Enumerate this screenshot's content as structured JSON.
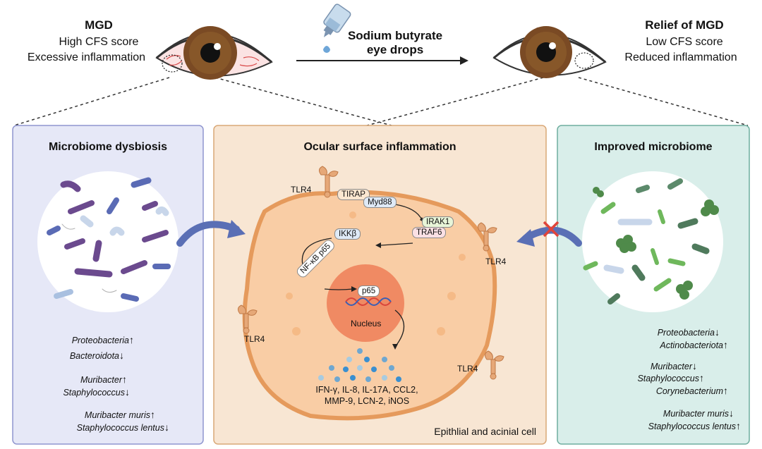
{
  "header": {
    "left": {
      "title": "MGD",
      "line1": "High CFS score",
      "line2": "Excessive inflammation"
    },
    "right": {
      "title": "Relief of MGD",
      "line1": "Low CFS score",
      "line2": "Reduced inflammation"
    },
    "treatment": {
      "line1": "Sodium butyrate",
      "line2": "eye drops"
    }
  },
  "panels": {
    "left": {
      "title": "Microbiome dysbiosis",
      "items": [
        {
          "name": "Proteobacteria",
          "arrow": "↑"
        },
        {
          "name": "Bacteroidota",
          "arrow": "↓"
        },
        {
          "name": "Muribacter",
          "arrow": "↑"
        },
        {
          "name": "Staphylococcus",
          "arrow": "↓"
        },
        {
          "name": "Muribacter muris",
          "arrow": "↑"
        },
        {
          "name": "Staphylococcus lentus",
          "arrow": "↓"
        }
      ]
    },
    "center": {
      "title": "Ocular surface inflammation",
      "footer": "Epithlial and acinial cell",
      "cell": {
        "tlr4": "TLR4",
        "tirap": "TIRAP",
        "myd88": "Myd88",
        "irak1": "IRAK1",
        "traf6": "TRAF6",
        "ikkb": "IKKβ",
        "nfkb": "NF-κB p65",
        "p65": "p65",
        "nucleus": "Nucleus",
        "cytokines_line1": "IFN-γ, IL-8, IL-17A, CCL2,",
        "cytokines_line2": "MMP-9, LCN-2, iNOS"
      }
    },
    "right": {
      "title": "Improved microbiome",
      "items": [
        {
          "name": "Proteobacteria",
          "arrow": "↓"
        },
        {
          "name": "Actinobacteriota",
          "arrow": "↑"
        },
        {
          "name": "Muribacter",
          "arrow": "↓"
        },
        {
          "name": "Staphylococcus",
          "arrow": "↑"
        },
        {
          "name": "Corynebacterium",
          "arrow": "↑"
        },
        {
          "name": "Muribacter muris",
          "arrow": "↓"
        },
        {
          "name": "Staphylococcus lentus",
          "arrow": "↑"
        }
      ]
    }
  },
  "colors": {
    "left_panel_bg": "#e6e8f7",
    "left_panel_border": "#8f95cf",
    "center_panel_bg": "#f8e6d3",
    "center_panel_border": "#d9a877",
    "right_panel_bg": "#d9eeea",
    "right_panel_border": "#6fae9f",
    "cell_fill": "#f9cda5",
    "cell_stroke": "#e59a5c",
    "nucleus_fill": "#f08a63",
    "big_arrow": "#5a6fb5",
    "block_x": "#e0443a"
  }
}
